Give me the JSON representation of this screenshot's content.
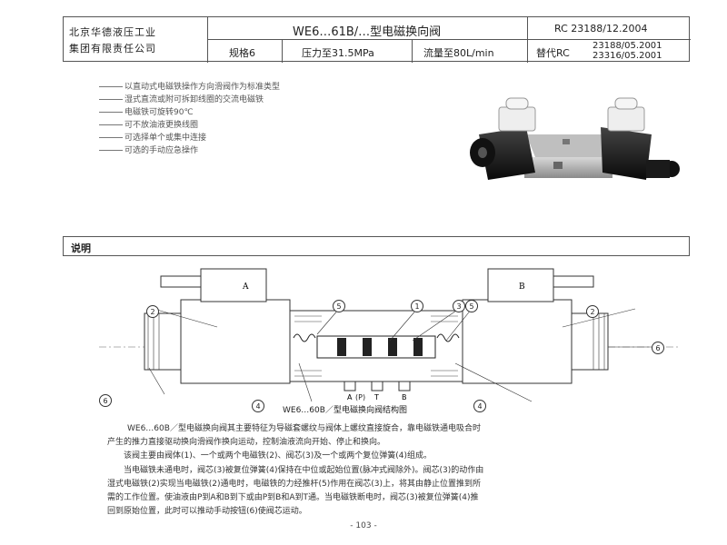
{
  "header": {
    "company_line1": "北京华德液压工业",
    "company_line2": "集团有限责任公司",
    "title": "WE6…61B/…型电磁换向阀",
    "code": "RC 23188/12.2004",
    "spec_size": "规格6",
    "spec_pressure": "压力至31.5MPa",
    "spec_flow": "流量至80L/min",
    "replace_label": "替代RC",
    "replace_code1": "23188/05.2001",
    "replace_code2": "23316/05.2001"
  },
  "features": [
    "以直动式电磁铁操作方向滑阀作为标准类型",
    "湿式直流或附可拆卸线圈的交流电磁铁",
    "电磁铁可旋转90℃",
    "可不放油液更换线圈",
    "可选择单个或集中连接",
    "可选的手动应急操作"
  ],
  "section_title": "说明",
  "diagram": {
    "caption": "WE6…60B／型电磁换向阀结构图",
    "label_a": "A",
    "label_b": "B",
    "port_a": "A",
    "port_t": "T",
    "port_b": "B",
    "port_p": "(P)",
    "callouts": [
      "1",
      "2",
      "2",
      "3",
      "4",
      "4",
      "5",
      "5",
      "6",
      "6"
    ]
  },
  "paragraphs": [
    "WE6…60B／型电磁换向阀其主要特征为导磁套螺纹与阀体上螺纹直接旋合，靠电磁铁通电吸合时",
    "产生的推力直接驱动换向滑阀作换向运动，控制油液流向开始、停止和换向。",
    "该阀主要由阀体(1)、一个或两个电磁铁(2)、阀芯(3)及一个或两个复位弹簧(4)组成。",
    "当电磁铁未通电时，阀芯(3)被复位弹簧(4)保持在中位或起始位置(脉冲式阀除外)。阀芯(3)的动作由",
    "湿式电磁铁(2)实现当电磁铁(2)通电时，电磁铁的力经推杆(5)作用在阀芯(3)上，将其由静止位置推到所",
    "需的工作位置。使油液由P到A和B到下或由P到B和A到T通。当电磁铁断电时，阀芯(3)被复位弹簧(4)推",
    "回到原始位置，此时可以推动手动按钮(6)使阀芯运动。"
  ],
  "page_number": "- 103 -"
}
